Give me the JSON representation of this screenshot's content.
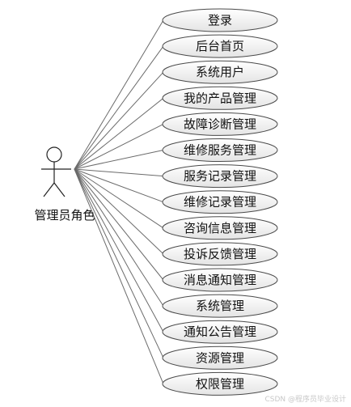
{
  "actor": {
    "label": "管理员角色",
    "icon": "stick-figure-icon"
  },
  "use_cases": [
    "登录",
    "后台首页",
    "系统用户",
    "我的产品管理",
    "故障诊断管理",
    "维修服务管理",
    "服务记录管理",
    "维修记录管理",
    "咨询信息管理",
    "投诉反馈管理",
    "消息通知管理",
    "系统管理",
    "通知公告管理",
    "资源管理",
    "权限管理"
  ],
  "watermark": "CSDN @程序员毕业设计",
  "colors": {
    "line": "#6b6b6b",
    "ellipse_stroke": "#4a4a4a",
    "ellipse_fill_top": "#ffffff",
    "ellipse_fill_bottom": "#e4e4e4",
    "text": "#111111"
  }
}
